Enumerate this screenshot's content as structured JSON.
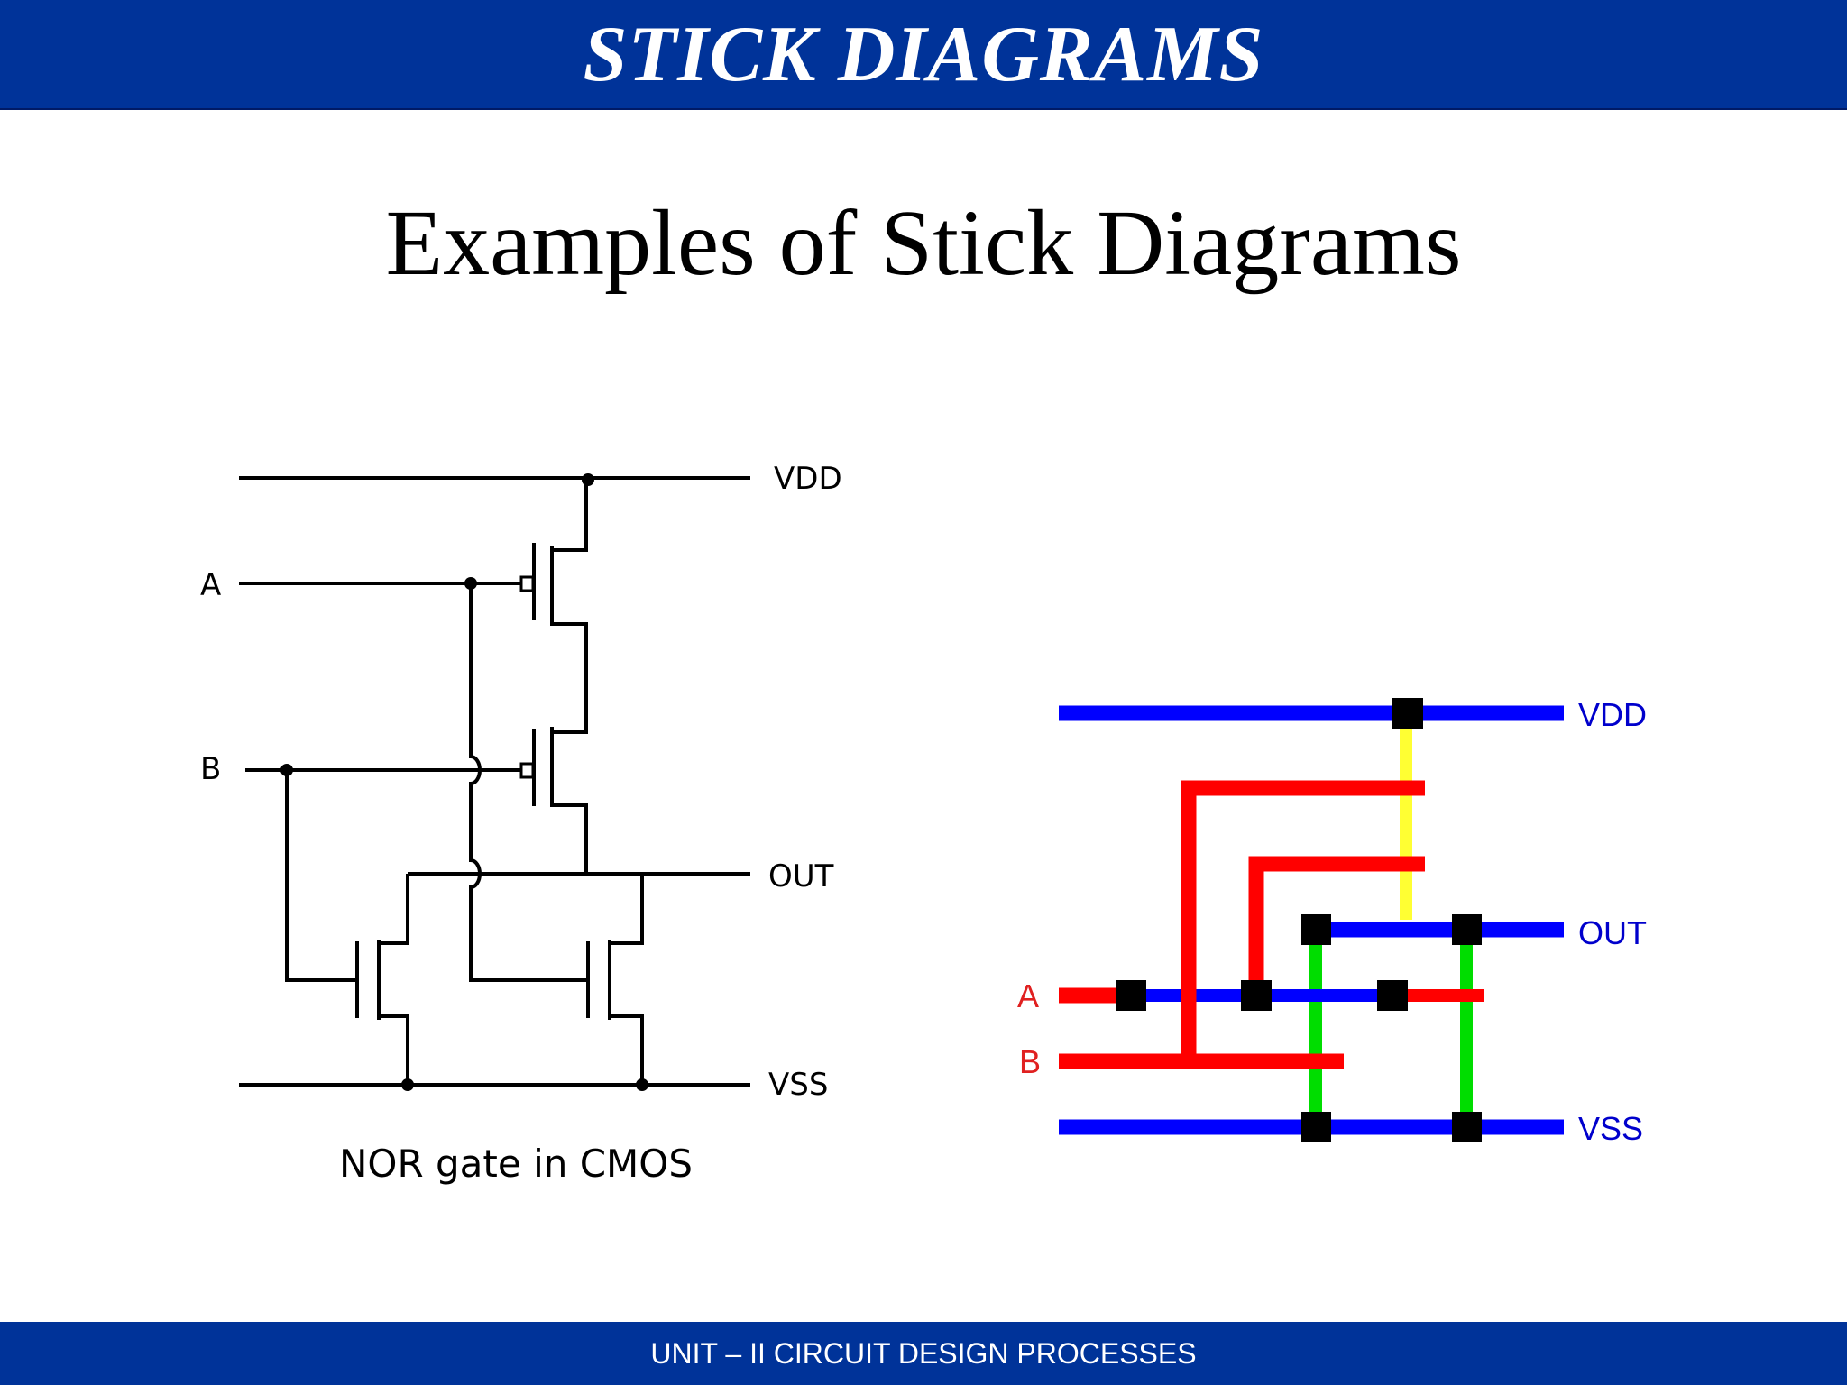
{
  "header": {
    "title": "STICK DIAGRAMS"
  },
  "slide": {
    "title": "Examples of Stick Diagrams"
  },
  "schematic": {
    "labels": {
      "vdd": "VDD",
      "a": "A",
      "b": "B",
      "out": "OUT",
      "vss": "VSS"
    },
    "caption": "NOR gate in CMOS"
  },
  "stick": {
    "labels": {
      "vdd": "VDD",
      "out": "OUT",
      "a": "A",
      "b": "B",
      "vss": "VSS"
    },
    "colors": {
      "metal": "#0000ff",
      "poly": "#ff0000",
      "p_diffusion": "#ffff33",
      "n_diffusion": "#00dd00",
      "contact": "#000000",
      "input_label": "#e02020",
      "rail_label": "#0000cc"
    }
  },
  "footer": {
    "text": "UNIT – II CIRCUIT DESIGN PROCESSES"
  }
}
